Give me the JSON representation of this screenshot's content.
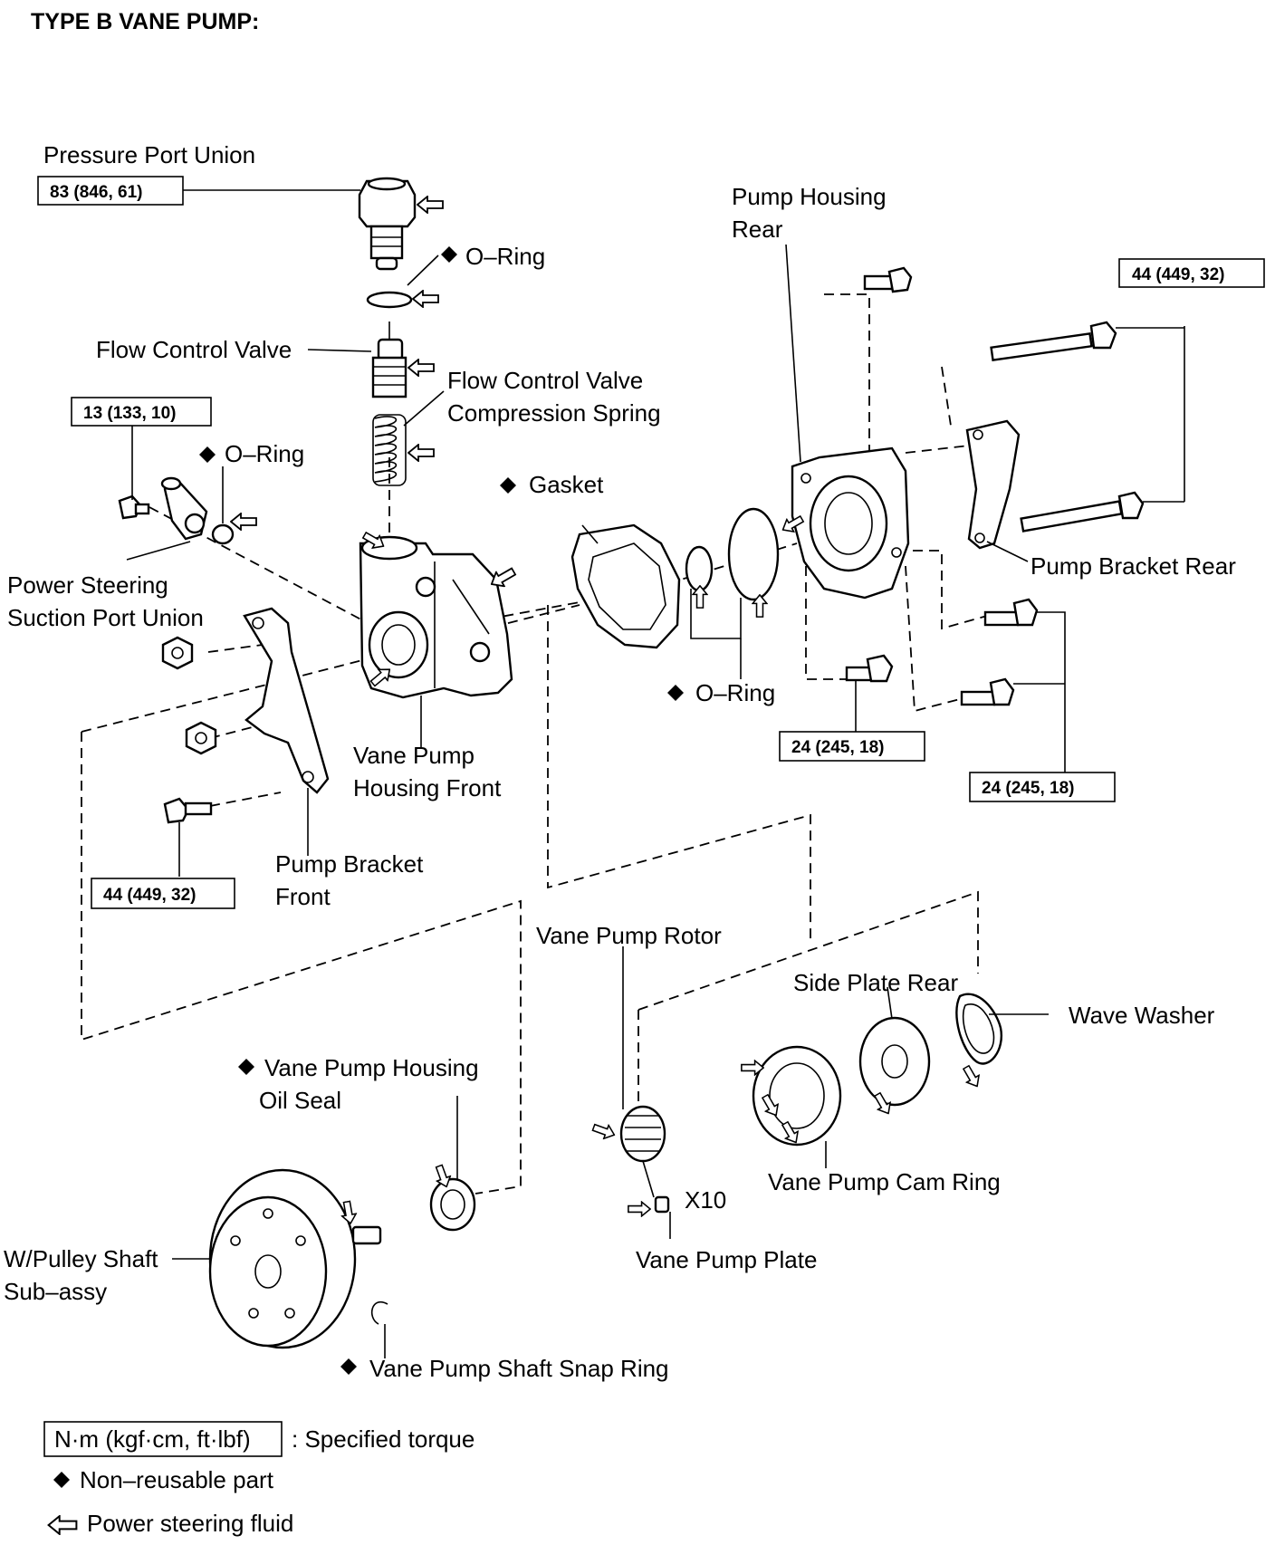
{
  "title": "TYPE B VANE PUMP:",
  "labels": {
    "pressure_port_union": "Pressure Port Union",
    "o_ring_top": "O–Ring",
    "flow_control_valve": "Flow Control Valve",
    "fcv_spring_line1": "Flow  Control  Valve",
    "fcv_spring_line2": "Compression Spring",
    "o_ring_left": "O–Ring",
    "pump_housing_rear_line1": "Pump Housing",
    "pump_housing_rear_line2": "Rear",
    "gasket": "Gasket",
    "pump_bracket_rear": "Pump Bracket Rear",
    "suction_line1": "Power Steering",
    "suction_line2": "Suction Port Union",
    "o_ring_mid": "O–Ring",
    "vane_housing_front_line1": "Vane Pump",
    "vane_housing_front_line2": "Housing Front",
    "pump_bracket_front_line1": "Pump Bracket",
    "pump_bracket_front_line2": "Front",
    "vane_pump_rotor": "Vane Pump Rotor",
    "side_plate_rear": "Side Plate Rear",
    "wave_washer": "Wave Washer",
    "oil_seal_line1": "Vane Pump Housing",
    "oil_seal_line2": "Oil Seal",
    "cam_ring": "Vane Pump Cam Ring",
    "x10": "X10",
    "vane_pump_plate": "Vane Pump Plate",
    "pulley_line1": "W/Pulley Shaft",
    "pulley_line2": "Sub–assy",
    "snap_ring": "Vane Pump Shaft Snap Ring"
  },
  "torques": {
    "pressure_port_union": "83 (846, 61)",
    "suction_bolt": "13 (133, 10)",
    "rear_bracket_bolts": "44 (449, 32)",
    "housing_rear_bolt": "24 (245, 18)",
    "side_bolts": "24 (245, 18)",
    "front_bracket_bolt": "44 (449, 32)"
  },
  "legend": {
    "torque_box": "N·m (kgf·cm, ft·lbf)",
    "torque_text": ": Specified torque",
    "nonreusable_text": "Non–reusable part",
    "fluid_text": "Power steering fluid"
  },
  "symbols": {
    "non_reusable": "diamond-icon",
    "fluid": "hollow-arrow-icon"
  }
}
